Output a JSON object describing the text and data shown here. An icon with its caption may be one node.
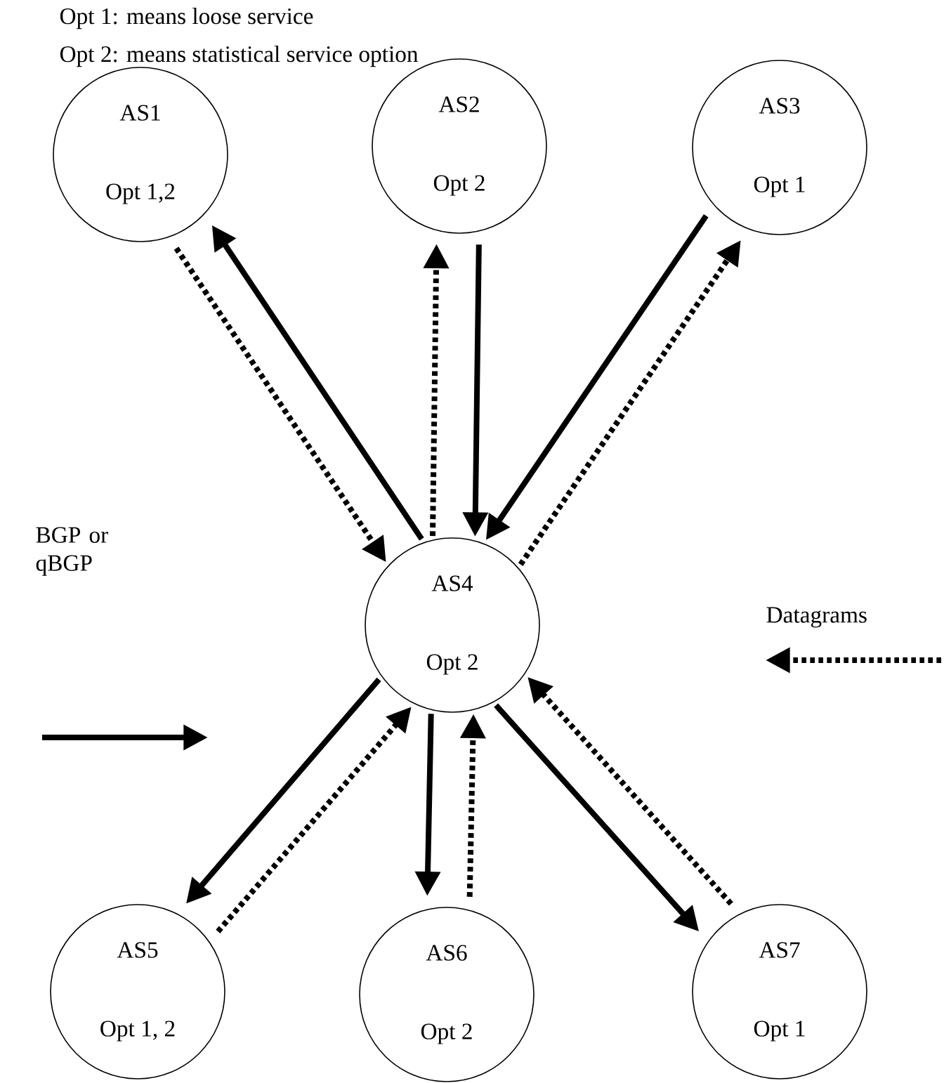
{
  "diagram": {
    "nodes": [
      {
        "text": [
          "AS1",
          "Opt 1,2"
        ]
      },
      {
        "text": [
          "AS2",
          "Opt 2"
        ]
      },
      {
        "text": [
          "AS3",
          "Opt 1"
        ]
      },
      {
        "text": [
          "AS4",
          "Opt 2"
        ]
      },
      {
        "text": [
          "AS5",
          "Opt 1, 2"
        ]
      },
      {
        "text": [
          "AS6",
          "Opt 2"
        ]
      },
      {
        "text": [
          "AS7",
          "Opt 1"
        ]
      }
    ],
    "edges": [
      {
        "from": 3,
        "to": 0,
        "arrow": "to"
      },
      {
        "from": 0,
        "to": 3,
        "arrow": "to",
        "style": "dashed"
      },
      {
        "from": 1,
        "to": 3,
        "arrow": "to"
      },
      {
        "from": 3,
        "to": 1,
        "arrow": "to",
        "style": "dashed"
      },
      {
        "from": 2,
        "to": 3,
        "arrow": "to"
      },
      {
        "from": 3,
        "to": 2,
        "arrow": "to",
        "style": "dashed"
      },
      {
        "from": 3,
        "to": 4,
        "arrow": "to"
      },
      {
        "from": 4,
        "to": 3,
        "arrow": "to",
        "style": "dashed"
      },
      {
        "from": 3,
        "to": 5,
        "arrow": "to"
      },
      {
        "from": 5,
        "to": 3,
        "arrow": "to",
        "style": "dashed"
      },
      {
        "from": 3,
        "to": 6,
        "arrow": "to"
      },
      {
        "from": 6,
        "to": 3,
        "arrow": "to",
        "style": "dashed"
      }
    ],
    "labels": [
      "Opt 1: means loose service",
      "Opt 2: means statistical service option"
    ],
    "legend": [
      {
        "text": "BGP or qBGP"
      },
      {
        "text": "Datagrams"
      }
    ]
  }
}
